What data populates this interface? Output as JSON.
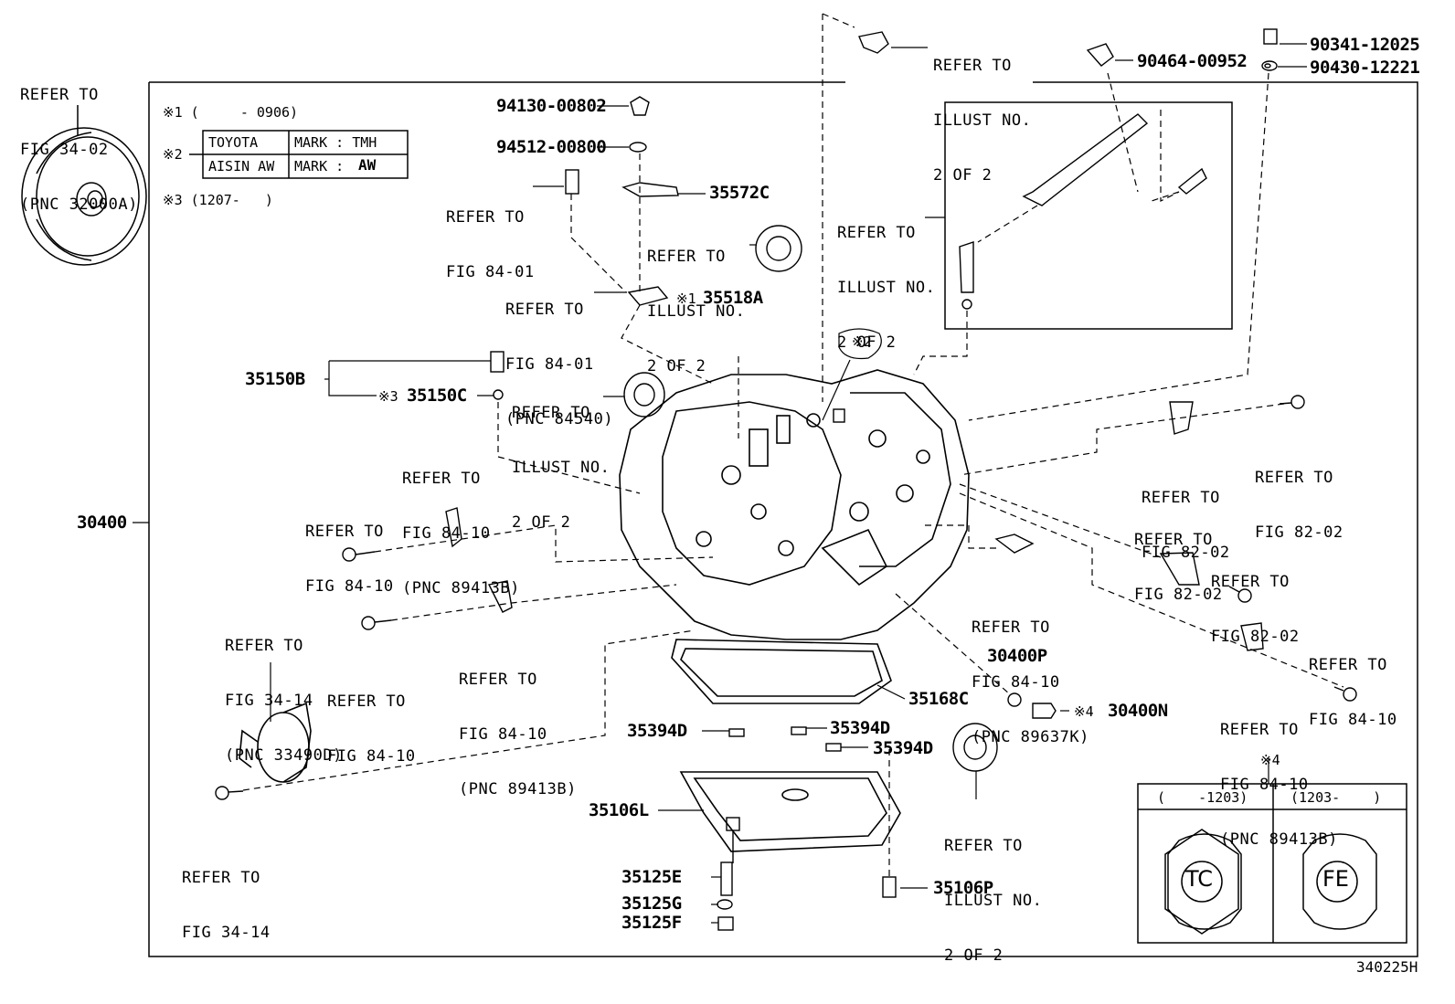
{
  "refs": {
    "fig34_02": [
      "REFER TO",
      "FIG 34-02",
      "(PNC 32000A)"
    ],
    "fig84_01_a": [
      "REFER TO",
      "FIG 84-01"
    ],
    "fig84_01_b": [
      "REFER TO",
      "FIG 84-01",
      "(PNC 84540)"
    ],
    "illust_a": [
      "REFER TO",
      "ILLUST NO.",
      "2 OF 2"
    ],
    "illust_b": [
      "REFER TO",
      "ILLUST NO.",
      "2 OF 2"
    ],
    "illust_c": [
      "REFER TO",
      "ILLUST NO.",
      "2 OF 2"
    ],
    "illust_d": [
      "REFER TO",
      "ILLUST NO.",
      "2 OF 2"
    ],
    "illust_e": [
      "REFER TO",
      "ILLUST NO.",
      "2 OF 2"
    ],
    "fig84_10_a": [
      "REFER TO",
      "FIG 84-10",
      "(PNC 89413B)"
    ],
    "fig84_10_b": [
      "REFER TO",
      "FIG 84-10"
    ],
    "fig84_10_c": [
      "REFER TO",
      "FIG 84-10"
    ],
    "fig84_10_d": [
      "REFER TO",
      "FIG 84-10",
      "(PNC 89413B)"
    ],
    "fig84_10_e": [
      "REFER TO",
      "FIG 84-10",
      "(PNC 89637K)"
    ],
    "fig84_10_f": [
      "REFER TO",
      "FIG 84-10"
    ],
    "fig84_10_g": [
      "REFER TO",
      "FIG 84-10",
      "(PNC 89413B)"
    ],
    "fig34_14_a": [
      "REFER TO",
      "FIG 34-14",
      "(PNC 33490D)"
    ],
    "fig34_14_b": [
      "REFER TO",
      "FIG 34-14"
    ],
    "fig82_02_a": [
      "REFER TO",
      "FIG 82-02"
    ],
    "fig82_02_b": [
      "REFER TO",
      "FIG 82-02"
    ],
    "fig82_02_c": [
      "REFER TO",
      "FIG 82-02"
    ],
    "fig82_02_d": [
      "REFER TO",
      "FIG 82-02"
    ]
  },
  "parts": {
    "p94130": "94130-00802",
    "p94512": "94512-00800",
    "p35572C": "35572C",
    "p35518A": "35518A",
    "p35150B": "35150B",
    "p35150C": "35150C",
    "p30400": "30400",
    "p90464": "90464-00952",
    "p90341": "90341-12025",
    "p90430": "90430-12221",
    "p30400P": "30400P",
    "p30400N": "30400N",
    "p35168C": "35168C",
    "p35394D_a": "35394D",
    "p35394D_b": "35394D",
    "p35394D_c": "35394D",
    "p35106L": "35106L",
    "p35125E": "35125E",
    "p35125G": "35125G",
    "p35125F": "35125F",
    "p35106P": "35106P"
  },
  "notes": {
    "n1": "※1 (     - 0906)",
    "n2": "※2",
    "n3": "※3 (1207-   )",
    "m1": "※1",
    "m2": "※2",
    "m3": "※3",
    "m4": "※4",
    "m4b": "※4"
  },
  "table2": {
    "r1c1": "TOYOTA",
    "r1c2": "MARK : TMH",
    "r2c1": "AISIN AW",
    "r2c2": "MARK : ",
    "r2logo": "AW"
  },
  "legend4": {
    "h1": "(    -1203)",
    "h2": "(1203-    )",
    "c1": "TC",
    "c2": "FE"
  },
  "footer": "340225H"
}
